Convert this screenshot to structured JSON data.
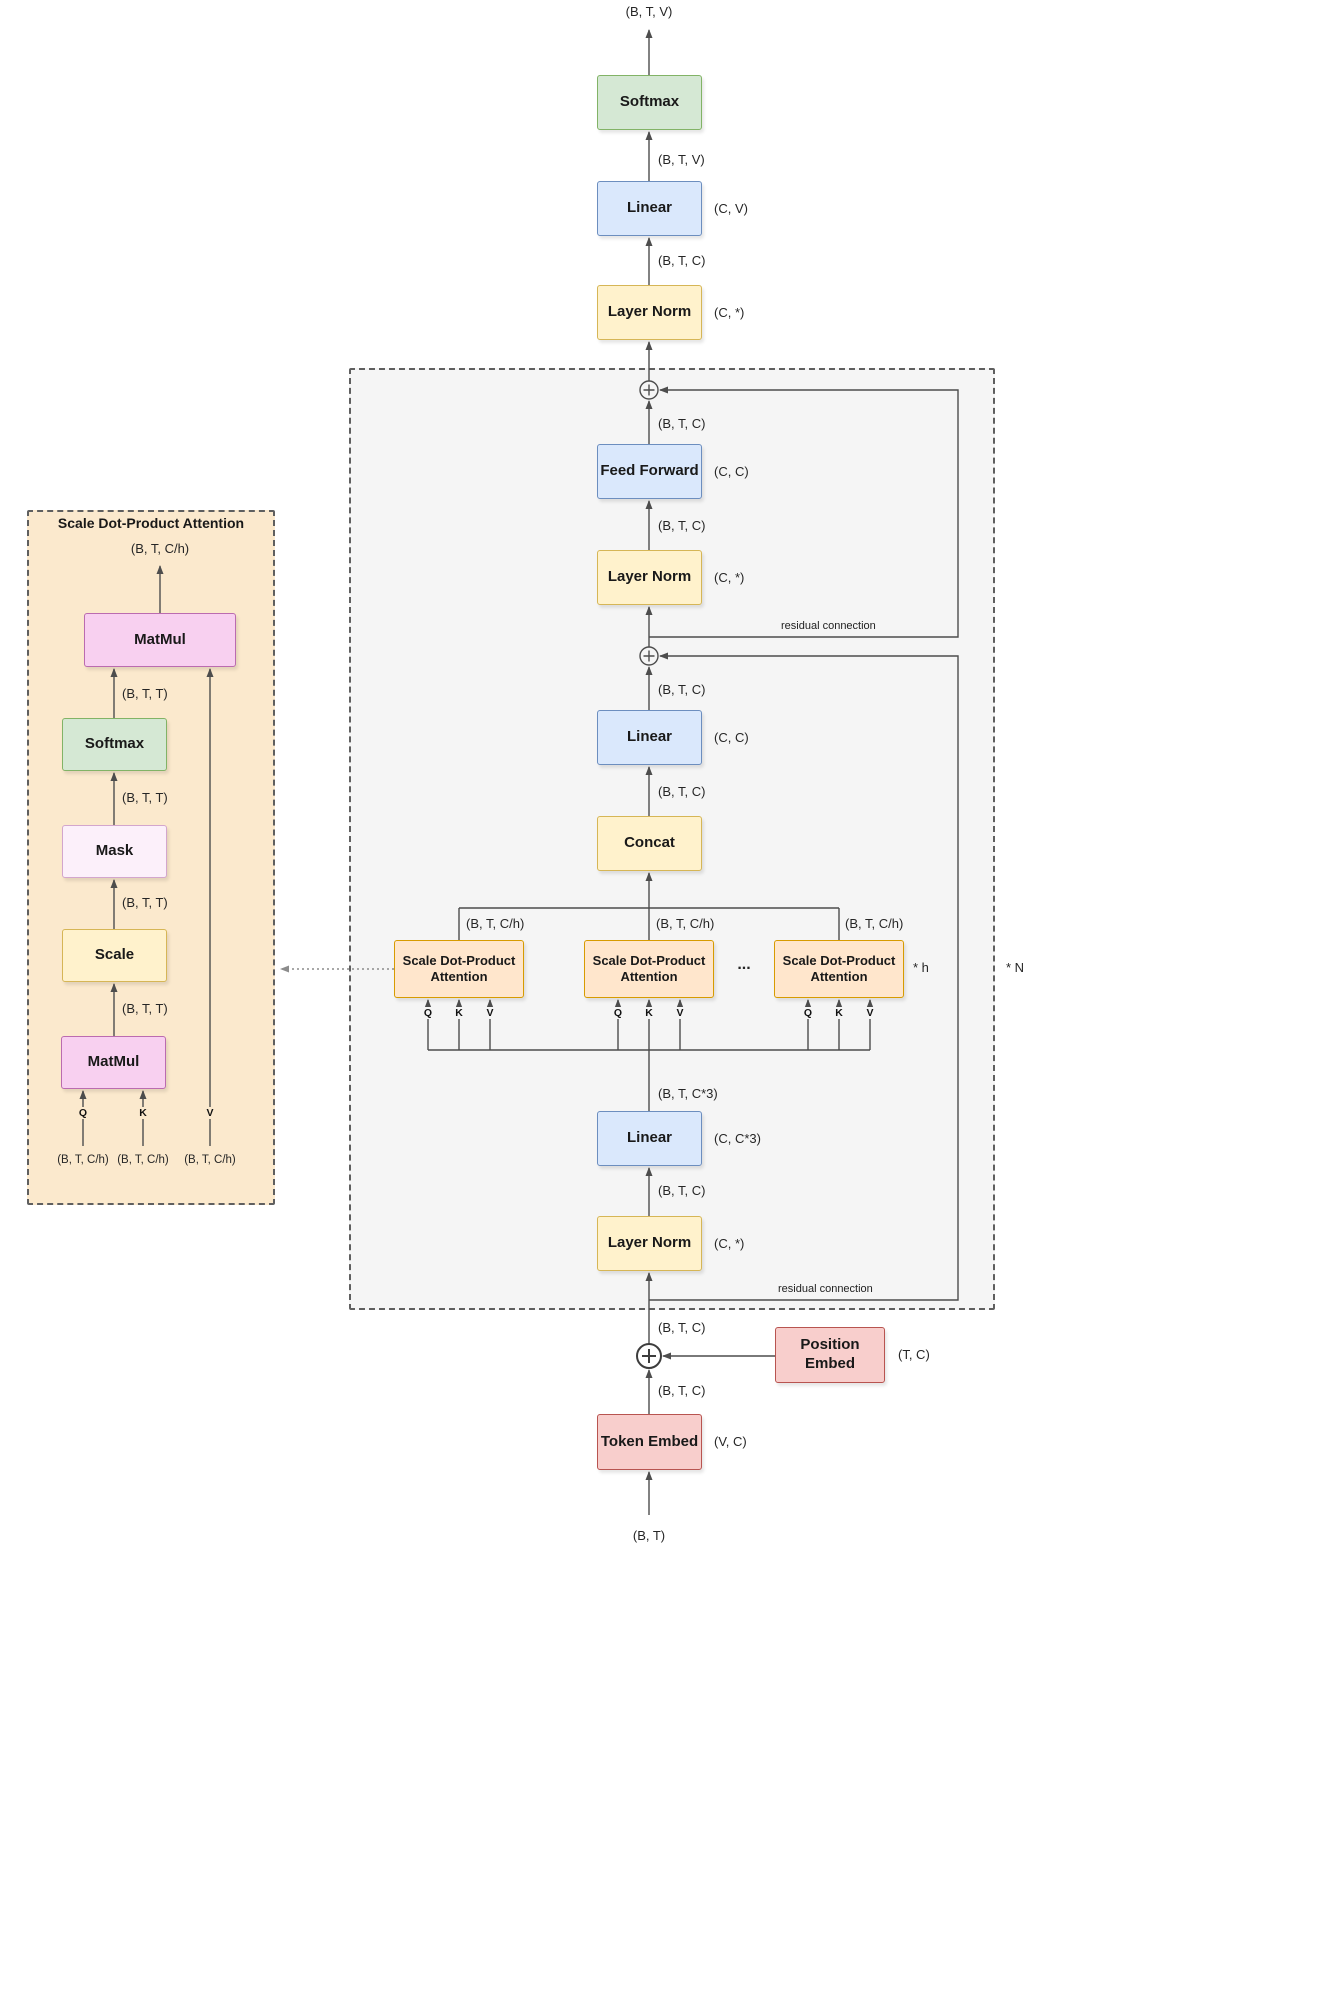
{
  "page": {
    "background": "#ffffff"
  },
  "dims": {
    "btv": "(B, T, V)",
    "btc": "(B, T, C)",
    "btc3": "(B, T, C*3)",
    "btch": "(B, T, C/h)",
    "btt": "(B, T, T)",
    "bt": "(B, T)"
  },
  "nodes": {
    "softmax": "Softmax",
    "linear": "Linear",
    "layer_norm": "Layer Norm",
    "feed_forward": "Feed Forward",
    "concat": "Concat",
    "attention": "Scale Dot-Product Attention",
    "matmul": "MatMul",
    "mask": "Mask",
    "scale": "Scale",
    "token_embed": "Token Embed",
    "position_embed": "Position Embed"
  },
  "weights": {
    "cv": "(C, V)",
    "cstar": "(C, *)",
    "cc": "(C, C)",
    "cc3": "(C, C*3)",
    "tc": "(T, C)",
    "vc": "(V, C)"
  },
  "annotations": {
    "residual": "residual connection",
    "repeat_n": "* N",
    "repeat_h": "* h",
    "ellipsis": "...",
    "q": "Q",
    "k": "K",
    "v": "V",
    "detail_title": "Scale Dot-Product Attention"
  },
  "colors": {
    "softmax_fill": "#d5e8d4",
    "linear_fill": "#dae8fc",
    "norm_fill": "#fff2cc",
    "embed_fill": "#f8cecc",
    "attention_fill": "#ffe6cc",
    "matmul_fill": "#f8d0f0",
    "mask_fill": "#fcf0fa",
    "block_bg": "#f5f5f5",
    "detail_bg": "#fbe9cd",
    "connector": "#4d4d4d"
  }
}
